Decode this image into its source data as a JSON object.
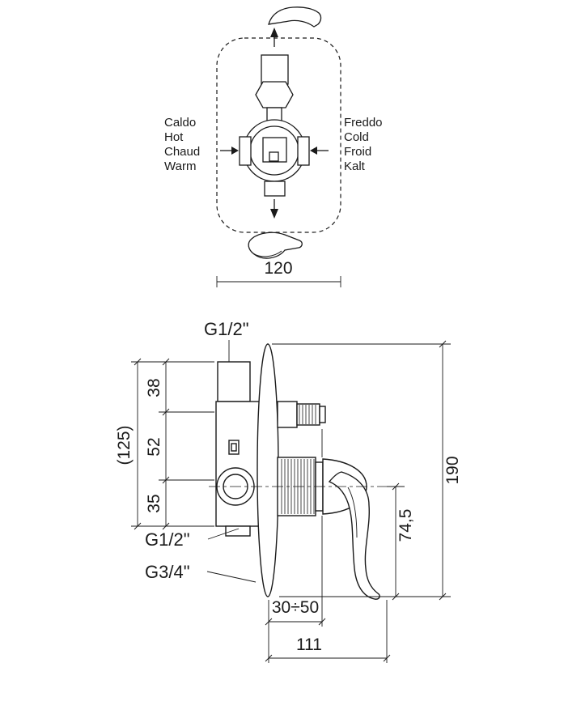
{
  "colors": {
    "ink": "#1a1a1a",
    "background": "#ffffff"
  },
  "schematic": {
    "hot": [
      "Caldo",
      "Hot",
      "Chaud",
      "Warm"
    ],
    "cold": [
      "Freddo",
      "Cold",
      "Froid",
      "Kalt"
    ],
    "dim_width": "120"
  },
  "drawing": {
    "thread_top": "G1/2\"",
    "dim_38": "38",
    "dim_52": "52",
    "dim_35": "35",
    "dim_overall_height": "(125)",
    "dim_plate_height": "190",
    "dim_handle_offset": "74,5",
    "thread_bottom_1": "G1/2\"",
    "thread_bottom_2": "G3/4\"",
    "dim_wall_depth": "30÷50",
    "dim_total_depth": "111"
  }
}
